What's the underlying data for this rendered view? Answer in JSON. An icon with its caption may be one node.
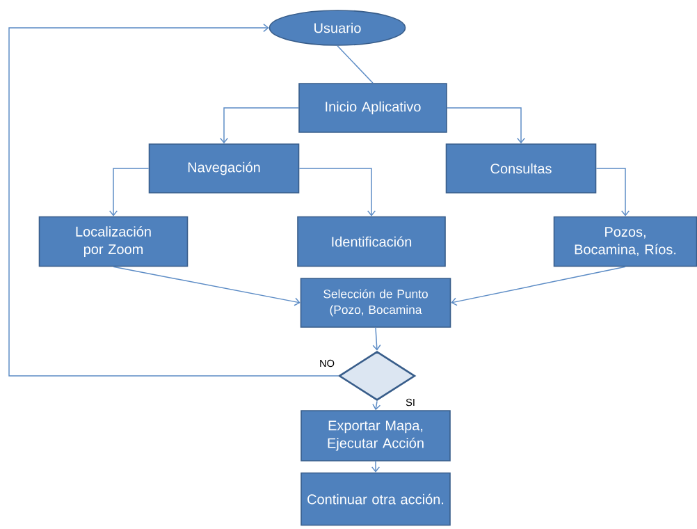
{
  "diagram": {
    "nodes": [
      {
        "text": [
          "Usuario"
        ]
      },
      {
        "text": [
          "Inicio Aplicativo"
        ]
      },
      {
        "text": [
          "Navegación"
        ]
      },
      {
        "text": [
          "Consultas"
        ]
      },
      {
        "text": [
          "Localización por Zoom"
        ]
      },
      {
        "text": [
          "Identificación"
        ]
      },
      {
        "text": [
          "Pozos, Bocamina, Ríos."
        ]
      },
      {
        "text": [
          "Selección de Punto (Pozo, Bocamina"
        ]
      },
      {
        "text": [],
        "shape": "diamond"
      },
      {
        "text": [
          "Exportar Mapa, Ejecutar Acción"
        ]
      },
      {
        "text": [
          "Continuar otra acción."
        ]
      }
    ],
    "edges": [
      {
        "from": 0,
        "to": 1,
        "arrow": "none"
      },
      {
        "from": 1,
        "to": 2,
        "arrow": "to"
      },
      {
        "from": 1,
        "to": 3,
        "arrow": "to"
      },
      {
        "from": 2,
        "to": 4,
        "arrow": "to"
      },
      {
        "from": 2,
        "to": 5,
        "arrow": "to"
      },
      {
        "from": 3,
        "to": 6,
        "arrow": "to"
      },
      {
        "from": 4,
        "to": 7,
        "arrow": "to"
      },
      {
        "from": 6,
        "to": 7,
        "arrow": "to"
      },
      {
        "from": 7,
        "to": 8,
        "arrow": "to"
      },
      {
        "from": 8,
        "to": 0,
        "arrow": "to",
        "label": "NO"
      },
      {
        "from": 8,
        "to": 9,
        "arrow": "to",
        "label": "SI"
      },
      {
        "from": 9,
        "to": 10,
        "arrow": "to"
      }
    ]
  }
}
